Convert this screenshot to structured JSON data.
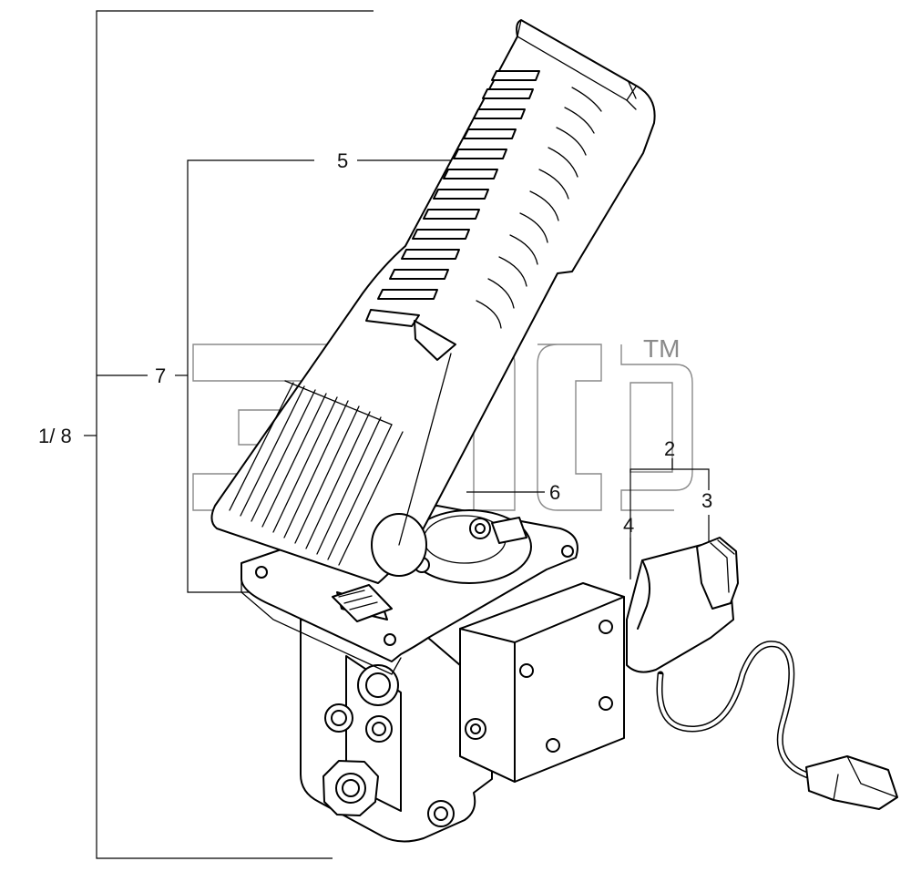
{
  "callouts": {
    "assembly": "1/ 8",
    "part_2": "2",
    "part_3": "3",
    "part_4": "4",
    "part_5": "5",
    "part_6": "6",
    "part_7": "7"
  },
  "watermark": {
    "trademark": "TM",
    "color": "#8a8a8a"
  }
}
